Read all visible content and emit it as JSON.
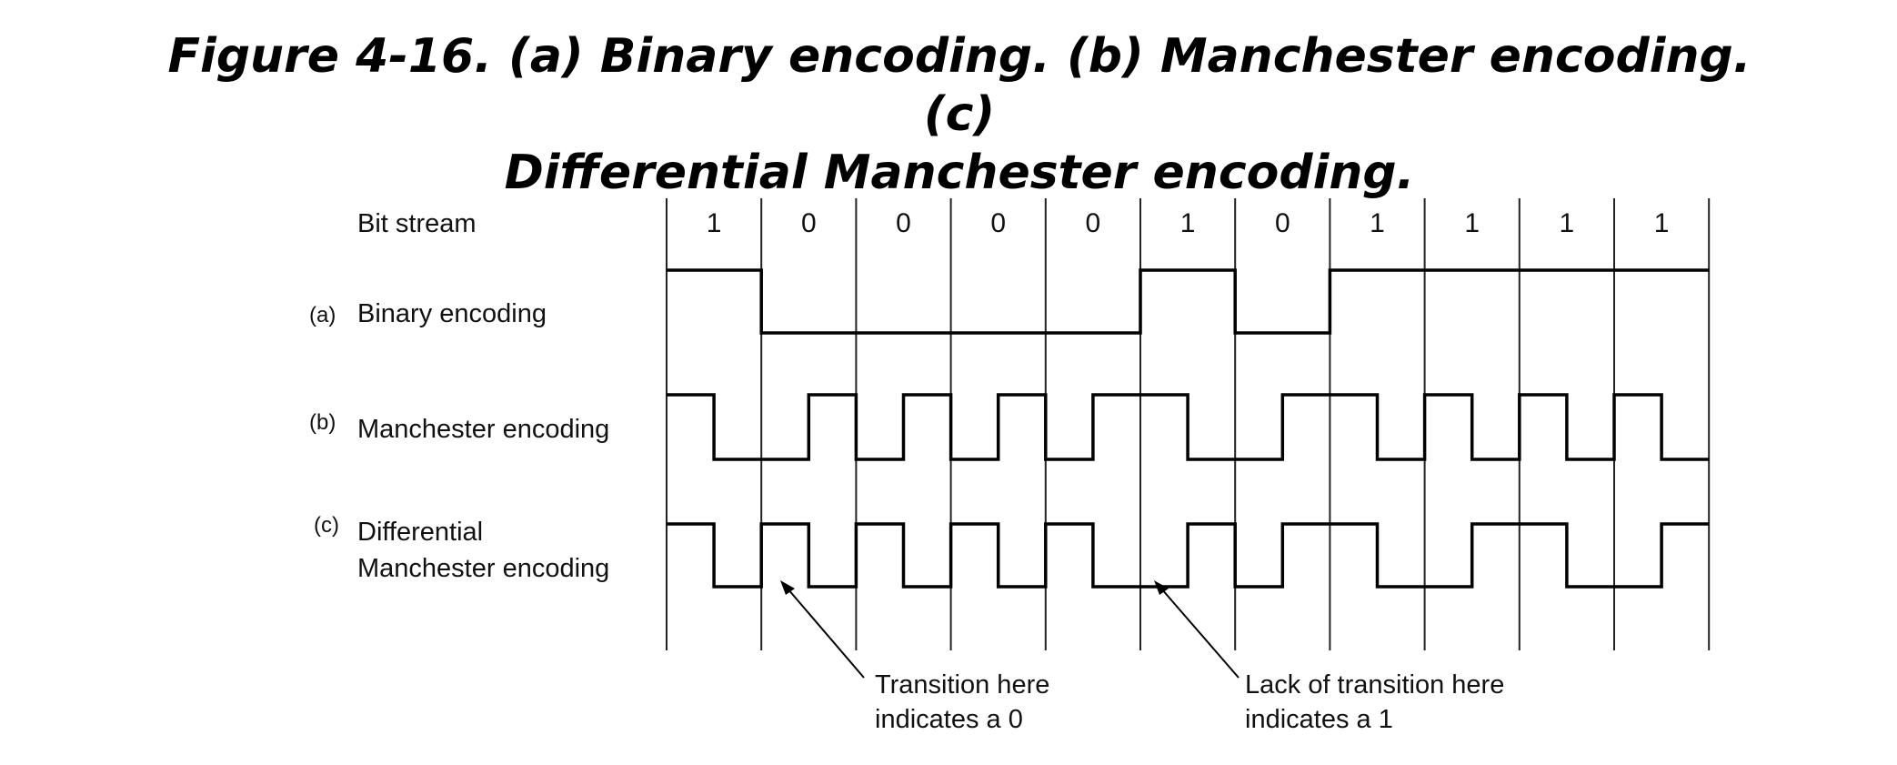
{
  "figure": {
    "title_line1": "Figure 4-16. (a) Binary encoding. (b) Manchester encoding. (c)",
    "title_line2": "Differential Manchester encoding."
  },
  "rows": {
    "bit_stream": "Bit stream",
    "a_tag": "(a)",
    "a_label": "Binary encoding",
    "b_tag": "(b)",
    "b_label": "Manchester encoding",
    "c_tag": "(c)",
    "c_label_line1": "Differential",
    "c_label_line2": "Manchester encoding"
  },
  "bits": [
    1,
    0,
    0,
    0,
    0,
    1,
    0,
    1,
    1,
    1,
    1
  ],
  "bit_labels": [
    "1",
    "0",
    "0",
    "0",
    "0",
    "1",
    "0",
    "1",
    "1",
    "1",
    "1"
  ],
  "annotations": {
    "left_line1": "Transition here",
    "left_line2": "indicates a 0",
    "right_line1": "Lack of transition here",
    "right_line2": "indicates a 1"
  }
}
